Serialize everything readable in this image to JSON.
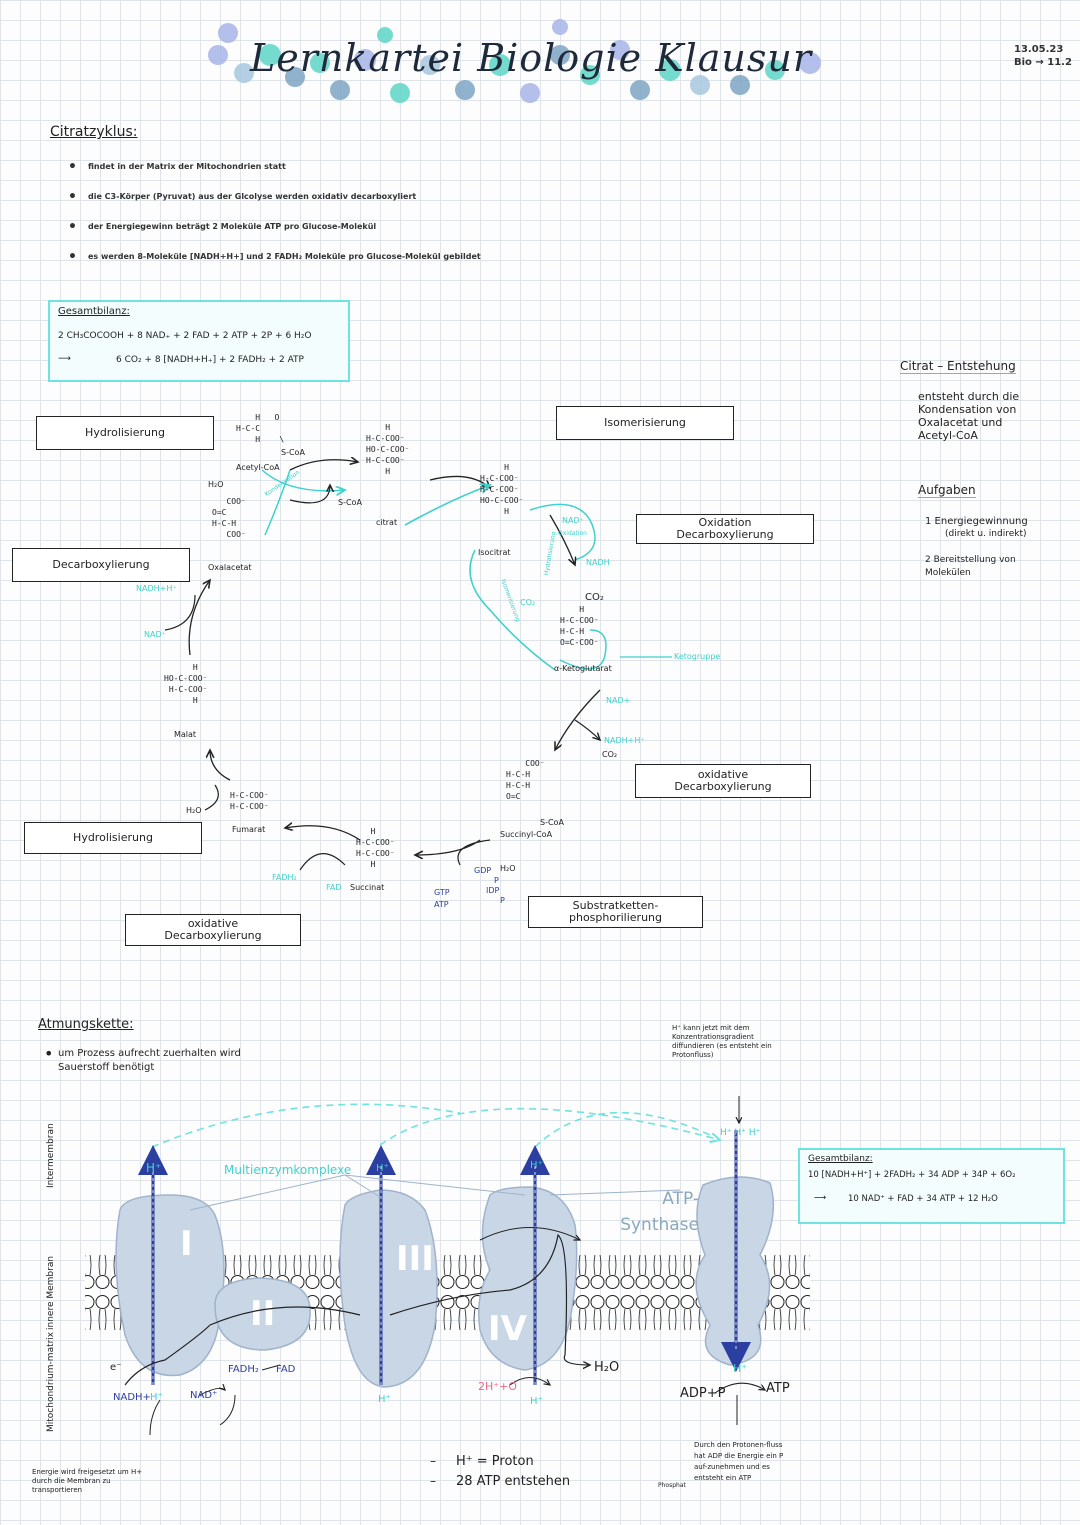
{
  "header": {
    "title": "Lernkartei Biologie Klausur",
    "date": "13.05.23",
    "subject": "Bio → 11.2"
  },
  "citrate_cycle": {
    "heading": "Citratzyklus:",
    "bullets": [
      "findet in der Matrix der Mitochondrien statt",
      "die C3-Körper (Pyruvat) aus der Glcolyse werden oxidativ decarboxyliert",
      "der Energiegewinn beträgt 2 Moleküle ATP pro Glucose-Molekül",
      "es werden 8-Moleküle [NADH+H+] und 2 FADH₂ Moleküle pro Glucose-Molekül gebildet"
    ],
    "balance": {
      "label": "Gesamtbilanz:",
      "line1": "2 CH₃COCOOH + 8 NAD₊ + 2 FAD + 2 ATP + 2P + 6 H₂O",
      "line2": "6 CO₂ + 8 [NADH+H₊] + 2 FADH₂ + 2 ATP"
    },
    "step_boxes": {
      "hydrolysis_top": "Hydrolisierung",
      "decarboxylation": "Decarboxylierung",
      "hydrolysis_bottom": "Hydrolisierung",
      "oxidative_decarb_bottom": "oxidative Decarboxylierung",
      "isomerisation": "Isomerisierung",
      "oxidation_decarb": "Oxidation Decarboxylierung",
      "oxidative_decarb_right": "oxidative Decarboxylierung",
      "substrate_phos": "Substratketten-phosphorilierung"
    },
    "molecules": {
      "acetyl_coa": "Acetyl-CoA",
      "oxalacetate": "Oxalacetat",
      "citrate": "citrat",
      "isocitrate": "Isocitrat",
      "ketoglutarate": "α-Ketoglutarat",
      "succinyl_coa": "Succinyl-CoA",
      "succinate": "Succinat",
      "fumarate": "Fumarat",
      "malate": "Malat",
      "s_coa": "S-CoA",
      "s_coa_2": "S-CoA"
    },
    "reactants": {
      "h2o_top": "H₂O",
      "nadh_left": "NADH+H⁺",
      "nad_left": "NAD⁺",
      "h2o_bottom": "H₂O",
      "fadh2": "FADH₂",
      "fad": "FAD",
      "gtp": "GTP",
      "atp": "ATP",
      "gdp": "GDP",
      "p1": "P",
      "idp": "IDP",
      "p2": "P",
      "h2o_succ": "H₂O",
      "nad_iso": "NAD⁺",
      "nadh_iso": "NADH",
      "co2_iso": "CO₂",
      "co2_small": "CO₂",
      "nad_keto": "NAD+",
      "nadh_keto": "NADH+H⁺",
      "co2_keto": "CO₂",
      "oxidation_small": "Oxidation",
      "ketogroup": "Ketogruppe",
      "hydration_small": "Hydratisierung",
      "isomer_small": "Isomerisierung",
      "kondensation_small": "Kondensation"
    }
  },
  "right_notes": {
    "citrate_heading": "Citrat – Entstehung",
    "citrate_text": "entsteht durch die Kondensation von Oxalacetat und Acetyl-CoA",
    "tasks_heading": "Aufgaben",
    "task1": "1 Energiegewinnung",
    "task1_sub": "(direkt u. indirekt)",
    "task2": "2 Bereitstellung von Molekülen"
  },
  "respiratory_chain": {
    "heading": "Atmungskette:",
    "bullet": "um Prozess aufrecht zuerhalten wird",
    "bullet2": "Sauerstoff benötigt",
    "side_labels": {
      "intermembrane": "Intermembran",
      "inner_membrane": "innere Membran",
      "matrix": "Mitochondrium-matrix"
    },
    "complexes": [
      "I",
      "II",
      "III",
      "IV"
    ],
    "multienzyme": "Multienzymkomplexe",
    "atp_synthase": "ATP-Synthase",
    "proton_note": "H⁺ kann jetzt mit dem Konzentrationsgradient diffundieren (es entsteht ein Protonfluss)",
    "labels": {
      "hplus": "H⁺",
      "electron": "e⁻",
      "nadh": "NADH+",
      "nad": "NAD⁺",
      "fadh2": "FADH₂",
      "fad": "FAD",
      "water_in": "2H⁺+O",
      "water_out": "H₂O",
      "adp": "ADP+P",
      "atp": "ATP",
      "phosphat": "Phosphat"
    },
    "energy_note": "Energie wird freigesetzt um H+ durch die Membran zu transportieren",
    "legend1": "H⁺ = Proton",
    "legend2": "28 ATP entstehen",
    "synthase_note": "Durch den Protonen-fluss hat ADP die Energie ein P auf-zunehmen und es entsteht ein ATP",
    "balance": {
      "label": "Gesamtbilanz:",
      "line1": "10 [NADH+H⁺] + 2FADH₂ + 34 ADP + 34P + 6O₂",
      "line2": "10 NAD⁺ + FAD + 34 ATP + 12 H₂O"
    }
  },
  "colors": {
    "teal": "#3fd1cc",
    "navy": "#2b3fa0",
    "protein": "#c9d6e6",
    "protein_stroke": "#9fb3cc",
    "dashed": "#6fe3e0"
  }
}
